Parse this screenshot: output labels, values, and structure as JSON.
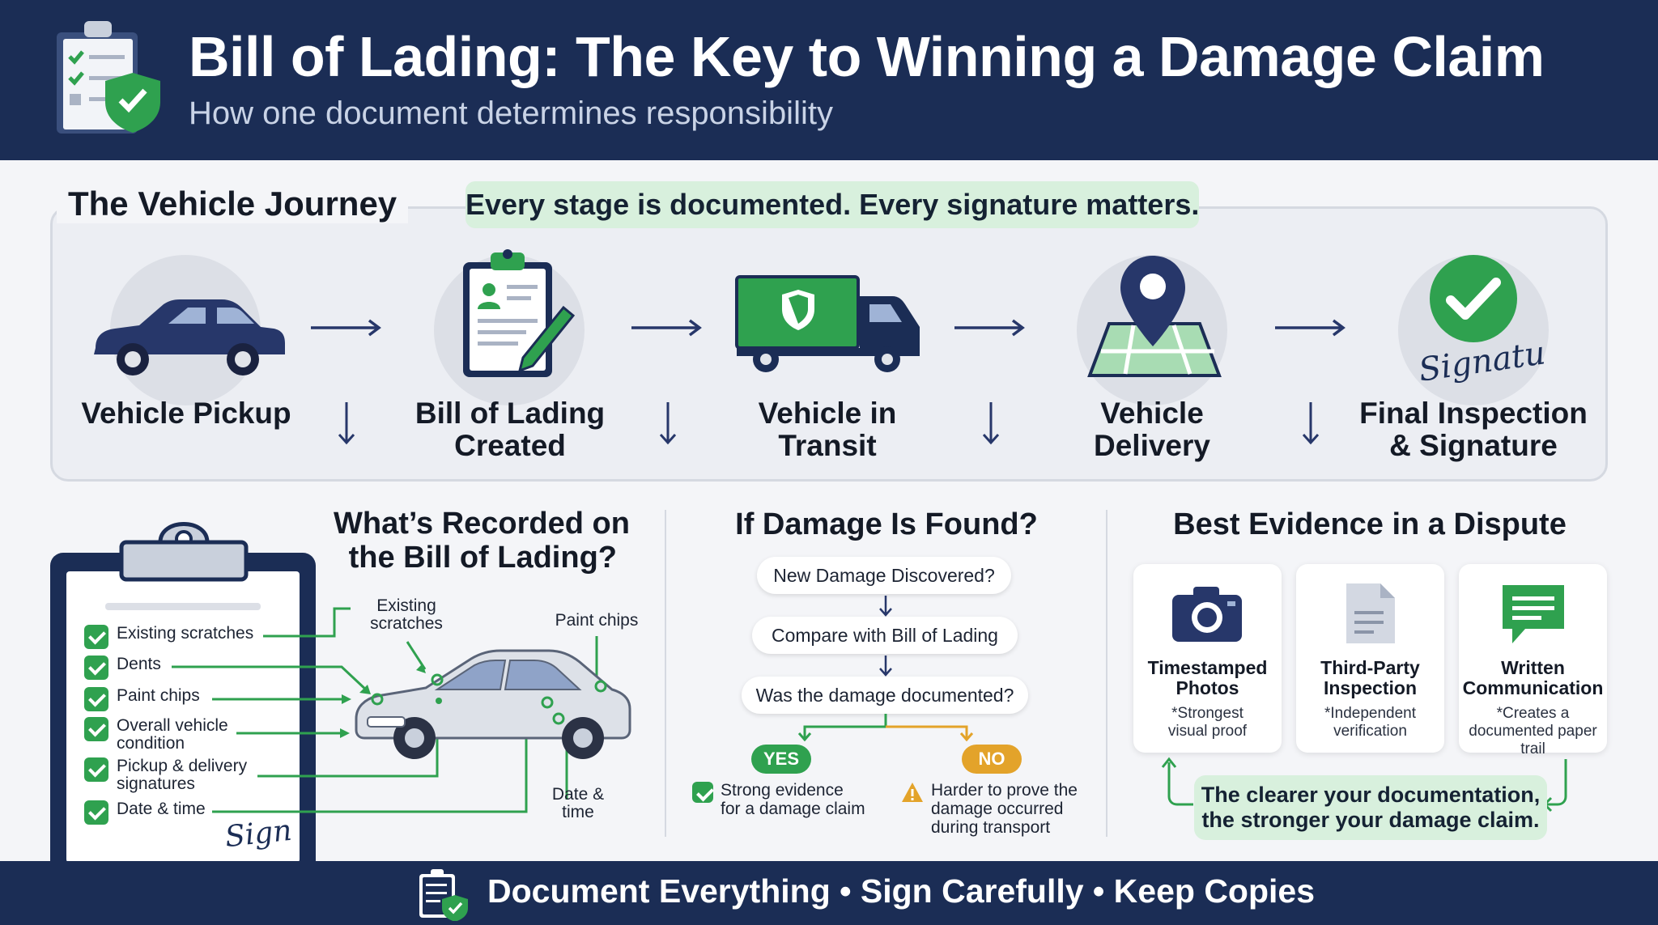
{
  "header": {
    "title": "Bill of Lading: The Key to Winning a Damage Claim",
    "subtitle": "How one document determines responsibility"
  },
  "journey": {
    "heading": "The Vehicle Journey",
    "banner": "Every stage is documented. Every signature matters.",
    "stages": [
      {
        "label_line1": "Vehicle Pickup",
        "label_line2": "",
        "icon": "car-icon"
      },
      {
        "label_line1": "Bill of Lading",
        "label_line2": "Created",
        "icon": "clipboard-pen-icon"
      },
      {
        "label_line1": "Vehicle in",
        "label_line2": "Transit",
        "icon": "truck-shield-icon"
      },
      {
        "label_line1": "Vehicle",
        "label_line2": "Delivery",
        "icon": "map-pin-icon"
      },
      {
        "label_line1": "Final Inspection",
        "label_line2": "& Signature",
        "icon": "check-signature-icon"
      }
    ],
    "signature_text": "Signatu"
  },
  "recorded": {
    "title_line1": "What’s Recorded on",
    "title_line2": "the Bill of Lading?",
    "items": [
      {
        "line1": "Existing scratches",
        "line2": ""
      },
      {
        "line1": "Dents",
        "line2": ""
      },
      {
        "line1": "Paint chips",
        "line2": ""
      },
      {
        "line1": "Overall vehicle",
        "line2": "condition"
      },
      {
        "line1": "Pickup & delivery",
        "line2": "signatures"
      },
      {
        "line1": "Date & time",
        "line2": ""
      }
    ],
    "sign_text": "Sign",
    "callouts": {
      "existing_line1": "Existing",
      "existing_line2": "scratches",
      "paint_chips": "Paint chips",
      "date_line1": "Date &",
      "date_line2": "time"
    }
  },
  "damage": {
    "title": "If Damage Is Found?",
    "steps": [
      "New Damage Discovered?",
      "Compare with Bill of Lading",
      "Was the damage documented?"
    ],
    "yes_label": "YES",
    "no_label": "NO",
    "yes_note_line1": "Strong evidence",
    "yes_note_line2": "for a damage claim",
    "no_note_line1": "Harder to prove the",
    "no_note_line2": "damage occurred",
    "no_note_line3": "during transport",
    "colors": {
      "yes": "#2fa14f",
      "no": "#e3a32a"
    }
  },
  "evidence": {
    "title": "Best Evidence in a Dispute",
    "cards": [
      {
        "title_line1": "Timestamped",
        "title_line2": "Photos",
        "note_line1": "*Strongest",
        "note_line2": "visual proof",
        "note_line3": "",
        "icon": "camera-icon"
      },
      {
        "title_line1": "Third-Party",
        "title_line2": "Inspection",
        "note_line1": "*Independent",
        "note_line2": "verification",
        "note_line3": "",
        "icon": "document-icon"
      },
      {
        "title_line1": "Written",
        "title_line2": "Communication",
        "note_line1": "*Creates a",
        "note_line2": "documented paper",
        "note_line3": "trail",
        "icon": "message-icon"
      }
    ],
    "banner_line1": "The clearer your documentation,",
    "banner_line2": "the stronger your damage claim."
  },
  "footer": {
    "text": "Document Everything • Sign Carefully • Keep Copies"
  },
  "theme": {
    "navy": "#1b2d55",
    "green": "#2fa14f",
    "light_green": "#d8f0dd"
  }
}
